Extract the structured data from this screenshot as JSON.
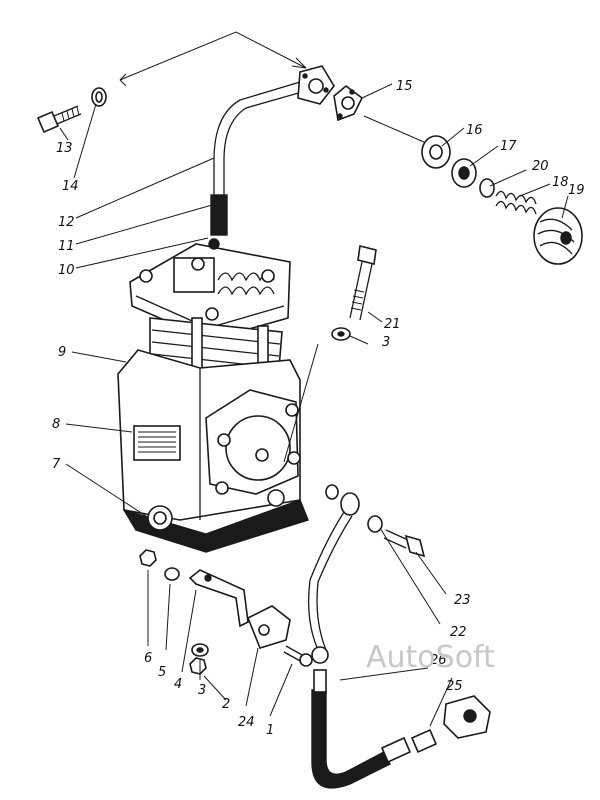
{
  "diagram": {
    "watermark": "AutoSoft",
    "callouts": [
      {
        "id": "c1",
        "text": "1"
      },
      {
        "id": "c2",
        "text": "2"
      },
      {
        "id": "c3a",
        "text": "3"
      },
      {
        "id": "c3b",
        "text": "3"
      },
      {
        "id": "c4",
        "text": "4"
      },
      {
        "id": "c5",
        "text": "5"
      },
      {
        "id": "c6",
        "text": "6"
      },
      {
        "id": "c7",
        "text": "7"
      },
      {
        "id": "c8",
        "text": "8"
      },
      {
        "id": "c9",
        "text": "9"
      },
      {
        "id": "c10",
        "text": "10"
      },
      {
        "id": "c11",
        "text": "11"
      },
      {
        "id": "c12",
        "text": "12"
      },
      {
        "id": "c13",
        "text": "13"
      },
      {
        "id": "c14",
        "text": "14"
      },
      {
        "id": "c15",
        "text": "15"
      },
      {
        "id": "c16",
        "text": "16"
      },
      {
        "id": "c17",
        "text": "17"
      },
      {
        "id": "c18",
        "text": "18"
      },
      {
        "id": "c19",
        "text": "19"
      },
      {
        "id": "c20",
        "text": "20"
      },
      {
        "id": "c21",
        "text": "21"
      },
      {
        "id": "c22",
        "text": "22"
      },
      {
        "id": "c23",
        "text": "23"
      },
      {
        "id": "c24",
        "text": "24"
      },
      {
        "id": "c25",
        "text": "25"
      },
      {
        "id": "c26",
        "text": "26"
      }
    ]
  }
}
